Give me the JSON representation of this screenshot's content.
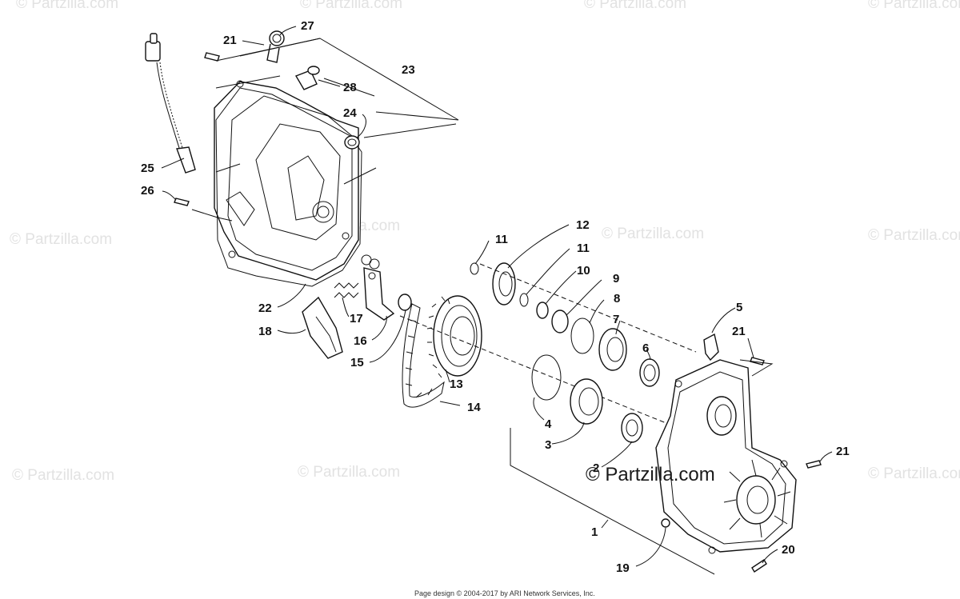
{
  "watermarks": {
    "faint": "© Partzilla.com",
    "strong": "© Partzilla.com"
  },
  "footer": "Page design © 2004-2017 by ARI Network Services, Inc.",
  "callouts": [
    "1",
    "2",
    "3",
    "4",
    "5",
    "6",
    "7",
    "8",
    "9",
    "10",
    "11",
    "11",
    "12",
    "13",
    "14",
    "15",
    "16",
    "17",
    "18",
    "19",
    "20",
    "21",
    "21",
    "21",
    "22",
    "23",
    "24",
    "25",
    "26",
    "27",
    "28"
  ]
}
